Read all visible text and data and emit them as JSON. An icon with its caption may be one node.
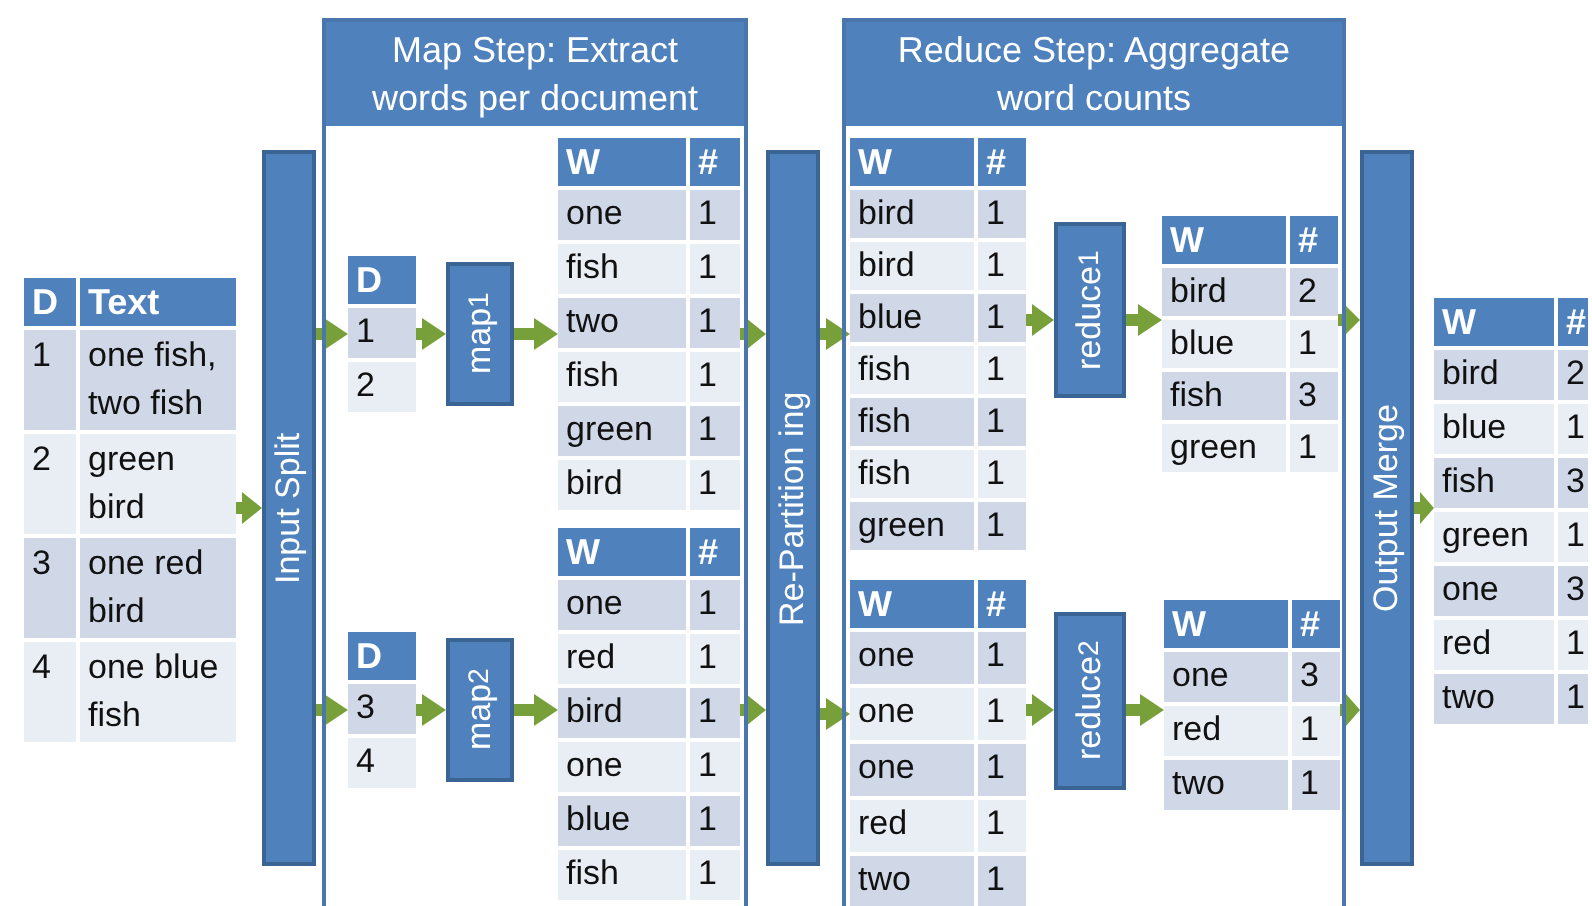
{
  "diagram": {
    "nodes": [
      {
        "text": [
          "D",
          "Text",
          "1",
          "one fish, two fish",
          "2",
          "green bird",
          "3",
          "one red bird",
          "4",
          "one blue fish"
        ]
      },
      {
        "text": [
          "Input Split"
        ]
      },
      {
        "text": [
          "Map Step: Extract words per document"
        ]
      },
      {
        "text": [
          "D",
          "1",
          "2"
        ],
        "in": 2
      },
      {
        "text": [
          "map$_{1}$"
        ],
        "in": 2
      },
      {
        "text": [
          "W",
          "#",
          "one",
          "1",
          "fish",
          "1",
          "two",
          "1",
          "fish",
          "1",
          "green",
          "1",
          "bird",
          "1"
        ],
        "in": 2
      },
      {
        "text": [
          "D",
          "3",
          "4"
        ],
        "in": 2
      },
      {
        "text": [
          "map$_{2}$"
        ],
        "in": 2
      },
      {
        "text": [
          "W",
          "#",
          "one",
          "1",
          "red",
          "1",
          "bird",
          "1",
          "one",
          "1",
          "blue",
          "1",
          "fish",
          "1"
        ],
        "in": 2
      },
      {
        "text": [
          "Re-Partition ing"
        ]
      },
      {
        "text": [
          "Reduce Step: Aggregate word counts"
        ]
      },
      {
        "text": [
          "W",
          "#",
          "bird",
          "1",
          "bird",
          "1",
          "blue",
          "1",
          "fish",
          "1",
          "fish",
          "1",
          "fish",
          "1",
          "green",
          "1"
        ],
        "in": 10
      },
      {
        "text": [
          "reduce$_{1}$"
        ],
        "in": 10
      },
      {
        "text": [
          "W",
          "#",
          "bird",
          "2",
          "blue",
          "1",
          "fish",
          "3",
          "green",
          "1"
        ],
        "in": 10
      },
      {
        "text": [
          "W",
          "#",
          "one",
          "1",
          "one",
          "1",
          "one",
          "1",
          "red",
          "1",
          "two",
          "1"
        ],
        "in": 10
      },
      {
        "text": [
          "reduce$_{2}$"
        ],
        "in": 10
      },
      {
        "text": [
          "W",
          "#",
          "one",
          "3",
          "red",
          "1",
          "two",
          "1"
        ],
        "in": 10
      },
      {
        "text": [
          "Output Merge"
        ]
      },
      {
        "text": [
          "W",
          "#",
          "bird",
          "2",
          "blue",
          "1",
          "fish",
          "3",
          "green",
          "1",
          "one",
          "3",
          "red",
          "1",
          "two",
          "1"
        ]
      }
    ],
    "edges": [
      {
        "from": 0,
        "to": 1,
        "arrow": "to"
      },
      {
        "from": 1,
        "to": 3,
        "arrow": "to"
      },
      {
        "from": 1,
        "to": 6,
        "arrow": "to"
      },
      {
        "from": 3,
        "to": 4,
        "arrow": "to"
      },
      {
        "from": 4,
        "to": 5,
        "arrow": "to"
      },
      {
        "from": 6,
        "to": 7,
        "arrow": "to"
      },
      {
        "from": 7,
        "to": 8,
        "arrow": "to"
      },
      {
        "from": 5,
        "to": 9,
        "arrow": "to"
      },
      {
        "from": 8,
        "to": 9,
        "arrow": "to"
      },
      {
        "from": 9,
        "to": 11,
        "arrow": "to"
      },
      {
        "from": 9,
        "to": 14,
        "arrow": "to"
      },
      {
        "from": 11,
        "to": 12,
        "arrow": "to"
      },
      {
        "from": 12,
        "to": 13,
        "arrow": "to"
      },
      {
        "from": 14,
        "to": 15,
        "arrow": "to"
      },
      {
        "from": 15,
        "to": 16,
        "arrow": "to"
      },
      {
        "from": 13,
        "to": 17,
        "arrow": "to"
      },
      {
        "from": 16,
        "to": 17,
        "arrow": "to"
      },
      {
        "from": 17,
        "to": 18,
        "arrow": "to"
      }
    ]
  }
}
